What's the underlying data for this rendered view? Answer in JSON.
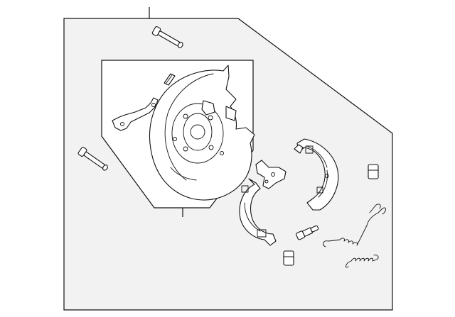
{
  "diagram": {
    "type": "exploded-parts-view",
    "colors": {
      "line": "#111111",
      "frame_fill": "#f2f2f2",
      "background": "#ffffff"
    },
    "parts": [
      {
        "name": "backing-plate"
      },
      {
        "name": "brake-shoe-front"
      },
      {
        "name": "brake-shoe-rear"
      },
      {
        "name": "hold-down-pin"
      },
      {
        "name": "hold-down-pin-2"
      },
      {
        "name": "adjuster-lever"
      },
      {
        "name": "parking-lever"
      },
      {
        "name": "strut"
      },
      {
        "name": "clip"
      },
      {
        "name": "adjuster-screw"
      },
      {
        "name": "return-spring"
      },
      {
        "name": "return-spring-2"
      },
      {
        "name": "retainer-cap"
      },
      {
        "name": "retainer-cap-2"
      }
    ]
  }
}
